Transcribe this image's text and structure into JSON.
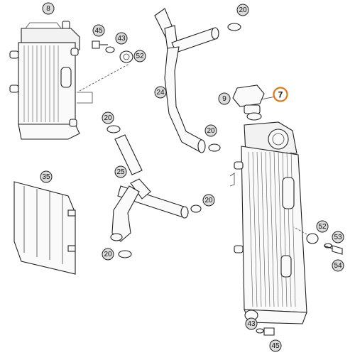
{
  "callouts": [
    {
      "label": "8",
      "highlight": false
    },
    {
      "label": "45",
      "highlight": false
    },
    {
      "label": "43",
      "highlight": false
    },
    {
      "label": "52",
      "highlight": false
    },
    {
      "label": "20",
      "highlight": false
    },
    {
      "label": "24",
      "highlight": false
    },
    {
      "label": "9",
      "highlight": false
    },
    {
      "label": "7",
      "highlight": true
    },
    {
      "label": "20",
      "highlight": false
    },
    {
      "label": "20",
      "highlight": false
    },
    {
      "label": "35",
      "highlight": false
    },
    {
      "label": "25",
      "highlight": false
    },
    {
      "label": "20",
      "highlight": false
    },
    {
      "label": "20",
      "highlight": false
    },
    {
      "label": "52",
      "highlight": false
    },
    {
      "label": "53",
      "highlight": false
    },
    {
      "label": "54",
      "highlight": false
    },
    {
      "label": "43",
      "highlight": false
    },
    {
      "label": "45",
      "highlight": false
    }
  ],
  "colors": {
    "highlight": "#e07a10",
    "badge": "#dcdcdc",
    "line": "#222222"
  }
}
